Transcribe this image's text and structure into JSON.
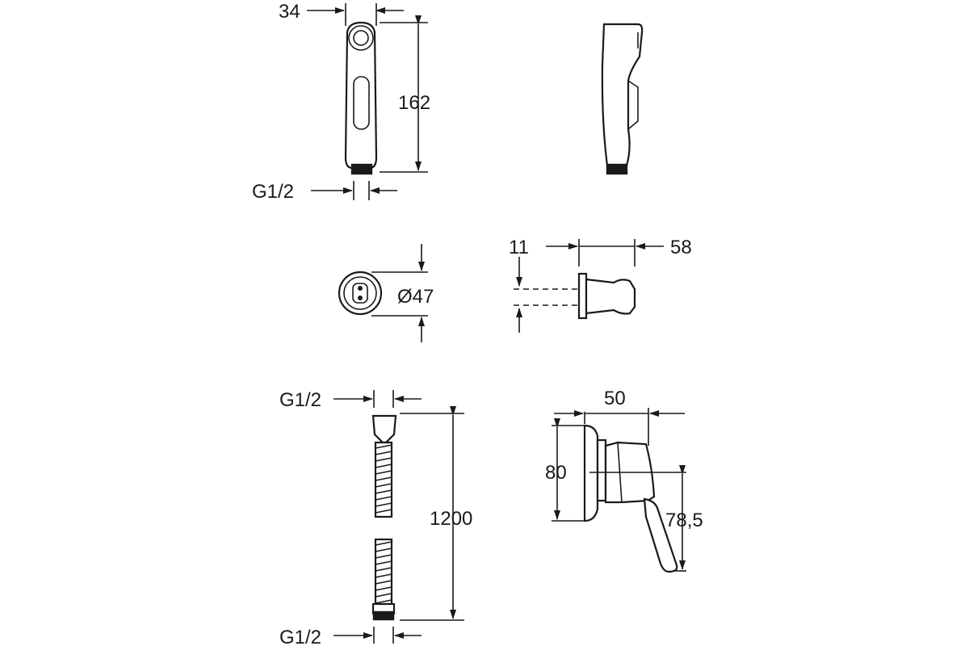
{
  "dimensions": {
    "handshower_width": "34",
    "handshower_height": "162",
    "handshower_thread": "G1/2",
    "wall_flange_diameter": "Ø47",
    "holder_offset": "11",
    "holder_depth": "58",
    "hose_thread_top": "G1/2",
    "hose_length": "1200",
    "hose_thread_bottom": "G1/2",
    "valve_depth": "50",
    "valve_height": "80",
    "valve_lever_drop": "78,5"
  }
}
